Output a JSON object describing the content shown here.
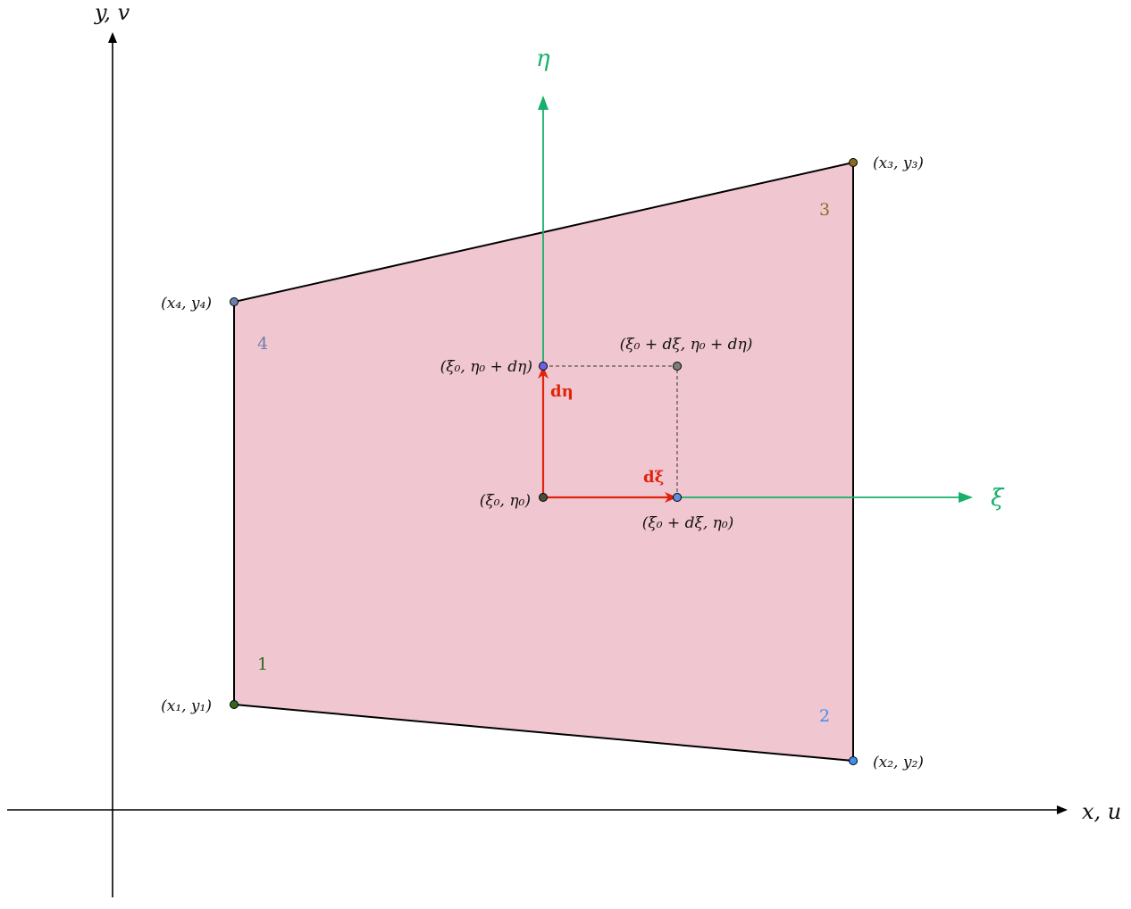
{
  "axes": {
    "x_label": "x, u",
    "y_label": "y, v"
  },
  "local_axes": {
    "xi_label": "ξ",
    "eta_label": "η"
  },
  "nodes": [
    {
      "number": "1",
      "coord_label": "(x₁, y₁)",
      "color": "#2d6a1f"
    },
    {
      "number": "2",
      "coord_label": "(x₂, y₂)",
      "color": "#3f8ef3"
    },
    {
      "number": "3",
      "coord_label": "(x₃, y₃)",
      "color": "#8a6a1e"
    },
    {
      "number": "4",
      "coord_label": "(x₄, y₄)",
      "color": "#6b7fab"
    }
  ],
  "points": {
    "origin": "(ξ₀, η₀)",
    "xi_step": "(ξ₀ + dξ, η₀)",
    "eta_step": "(ξ₀, η₀ + dη)",
    "corner": "(ξ₀ + dξ, η₀ + dη)"
  },
  "vectors": {
    "d_xi": "dξ",
    "d_eta": "dη"
  },
  "colors": {
    "element_fill": "#f0c6d0",
    "local_axis": "#17b06a",
    "vector": "#e2230b"
  }
}
